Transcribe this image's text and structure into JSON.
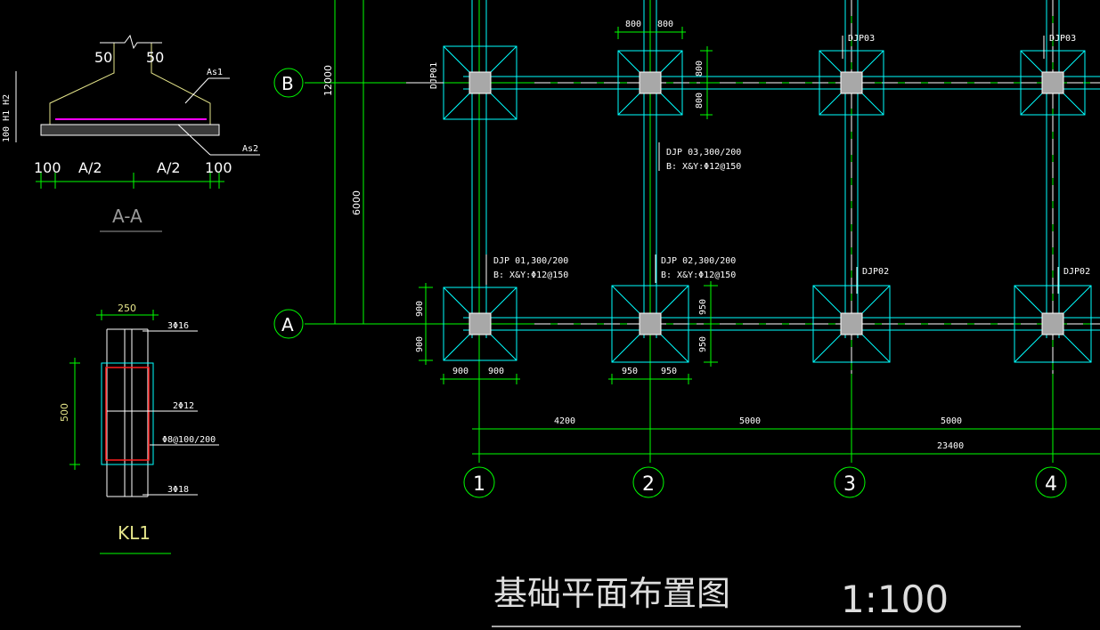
{
  "title": {
    "text": "基础平面布置图",
    "scale": "1:100"
  },
  "colors": {
    "background": "#000000",
    "grid_green": "#00ff00",
    "cyan": "#00ffff",
    "white": "#ffffff",
    "yellow": "#e5e58a",
    "red": "#ff2020",
    "magenta": "#ff00ff"
  },
  "axes": {
    "rows": [
      {
        "id": "row-b",
        "label": "B"
      },
      {
        "id": "row-a",
        "label": "A"
      }
    ],
    "cols": [
      {
        "id": "col-1",
        "label": "1"
      },
      {
        "id": "col-2",
        "label": "2"
      },
      {
        "id": "col-3",
        "label": "3"
      },
      {
        "id": "col-4",
        "label": "4"
      }
    ]
  },
  "dims": {
    "row_total": "12000",
    "row_ab": "6000",
    "span_12": "4200",
    "span_23": "5000",
    "span_34": "5000",
    "total": "23400",
    "top_800_left": "800",
    "top_800_right": "800",
    "b2_v1": "800",
    "b2_v2": "800",
    "a1_v1": "900",
    "a1_v2": "900",
    "a1_h1": "900",
    "a1_h2": "900",
    "a2_v1": "950",
    "a2_v2": "950",
    "a2_h1": "950",
    "a2_h2": "950"
  },
  "footings": {
    "b1_tag": "DJP01",
    "b3_tag": "DJP03",
    "b4_tag": "DJP03",
    "a3_tag": "DJP02",
    "a4_tag": "DJP02",
    "note_b2_line1": "DJP 03,300/200",
    "note_b2_line2": "B: X&Y:Φ12@150",
    "note_a1_line1": "DJP 01,300/200",
    "note_a1_line2": "B: X&Y:Φ12@150",
    "note_a2_line1": "DJP 02,300/200",
    "note_a2_line2": "B: X&Y:Φ12@150"
  },
  "section_aa": {
    "title": "A-A",
    "left_50": "50",
    "right_50": "50",
    "dim_100_left": "100",
    "dim_a2_left": "A/2",
    "dim_a2_right": "A/2",
    "dim_100_right": "100",
    "as1": "As1",
    "as2": "As2",
    "side_dims": "100 H1 H2"
  },
  "beam_kl1": {
    "title": "KL1",
    "width": "250",
    "height": "500",
    "top_bars": "3Φ16",
    "side_bars": "2Φ12",
    "stirrups": "Φ8@100/200",
    "bottom_bars": "3Φ18"
  }
}
